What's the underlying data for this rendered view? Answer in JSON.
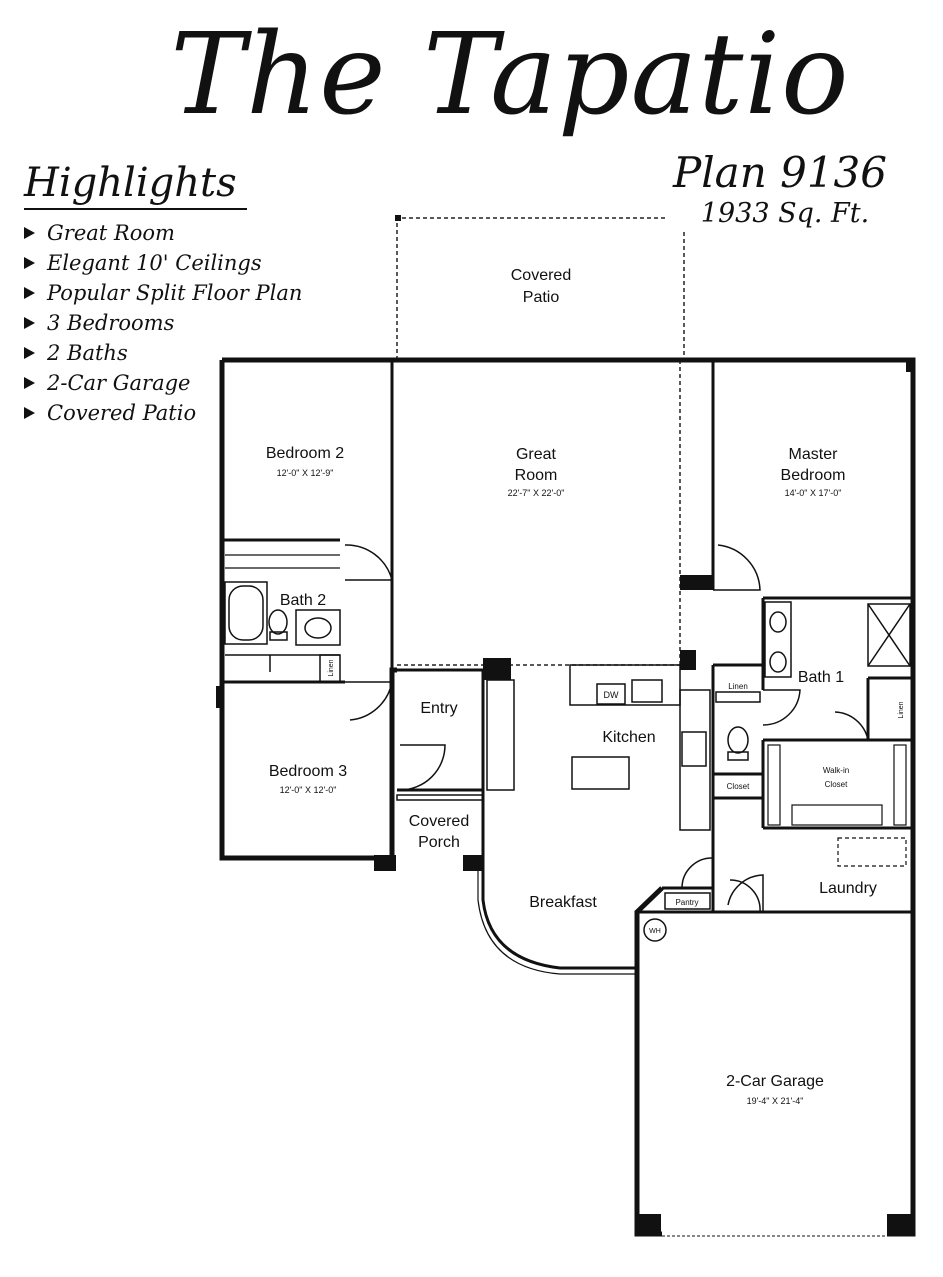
{
  "title": "The Tapatio",
  "plan": "Plan 9136",
  "sqft": "1933 Sq. Ft.",
  "highlights": {
    "heading": "Highlights",
    "items": [
      "Great Room",
      "Elegant 10' Ceilings",
      "Popular Split Floor Plan",
      "3 Bedrooms",
      "2 Baths",
      "2-Car Garage",
      "Covered Patio"
    ]
  },
  "rooms": {
    "covered_patio": [
      "Covered",
      "Patio"
    ],
    "bedroom2": {
      "name": "Bedroom 2",
      "dims": "12'-0\" X 12'-9\""
    },
    "great_room": {
      "name": [
        "Great",
        "Room"
      ],
      "dims": "22'-7\" X 22'-0\""
    },
    "master_bedroom": {
      "name": [
        "Master",
        "Bedroom"
      ],
      "dims": "14'-0\" X 17'-0\""
    },
    "bath2": "Bath 2",
    "linen_left": "Linen",
    "entry": "Entry",
    "dw": "DW",
    "kitchen": "Kitchen",
    "linen_mid": "Linen",
    "bath1": "Bath 1",
    "linen_right": "Linen",
    "bedroom3": {
      "name": "Bedroom 3",
      "dims": "12'-0\" X 12'-0\""
    },
    "closet": "Closet",
    "walk_in_closet": [
      "Walk-in",
      "Closet"
    ],
    "covered_porch": [
      "Covered",
      "Porch"
    ],
    "laundry": "Laundry",
    "breakfast": "Breakfast",
    "pantry": "Pantry",
    "wh": "WH",
    "garage": {
      "name": "2-Car Garage",
      "dims": "19'-4\" X 21'-4\""
    }
  }
}
